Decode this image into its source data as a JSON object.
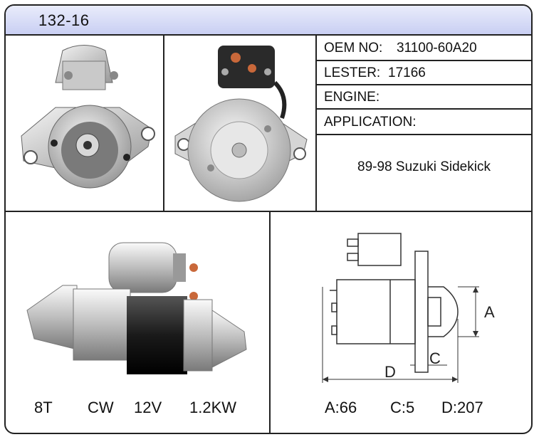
{
  "header": {
    "code": "132-16"
  },
  "specs": {
    "oem_label": "OEM NO:",
    "oem_value": "31100-60A20",
    "lester_label": "LESTER:",
    "lester_value": "17166",
    "engine_label": "ENGINE:",
    "engine_value": "",
    "application_label": "APPLICATION:",
    "application_value": "89-98 Suzuki Sidekick"
  },
  "motor_specs": {
    "teeth": "8T",
    "rotation": "CW",
    "voltage": "12V",
    "power": "1.2KW"
  },
  "dimensions": {
    "a_label": "A",
    "c_label": "C",
    "d_label": "D",
    "a_value": "A:66",
    "c_value": "C:5",
    "d_value": "D:207"
  },
  "images": {
    "front_view": "starter-front-view",
    "rear_view": "starter-rear-view",
    "side_view": "starter-side-view",
    "diagram": "dimension-diagram"
  }
}
